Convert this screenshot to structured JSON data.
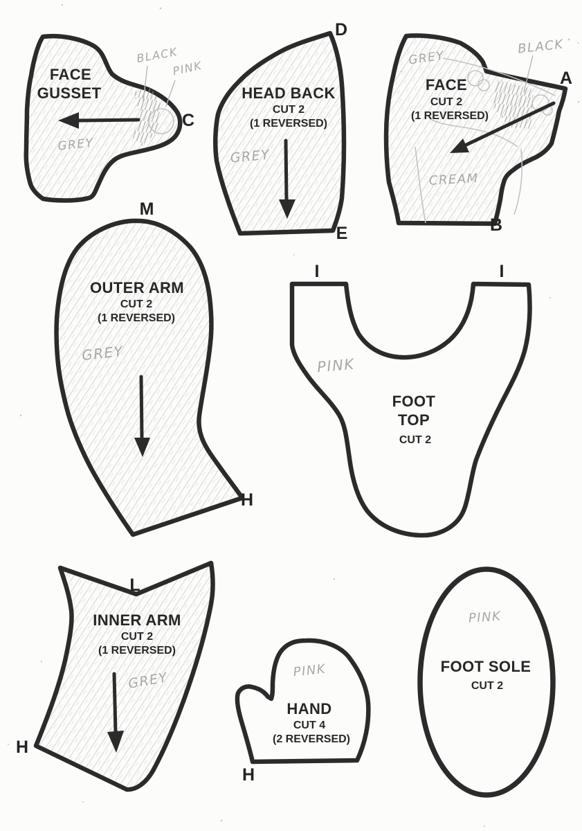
{
  "colors": {
    "ink": "#2b2b2b",
    "pencil_notes": "#a8a8a8",
    "paper": "#fcfcfb"
  },
  "pieces": {
    "face_gusset": {
      "name_line1": "FACE",
      "name_line2": "GUSSET",
      "notes": {
        "black": "BLACK",
        "pink": "PINK",
        "grey": "GREY"
      },
      "points": {
        "c": "C"
      }
    },
    "head_back": {
      "name": "HEAD BACK",
      "cut": "CUT 2",
      "reversed": "(1 REVERSED)",
      "notes": {
        "grey": "GREY"
      },
      "points": {
        "d": "D",
        "e": "E"
      }
    },
    "face": {
      "name": "FACE",
      "cut": "CUT 2",
      "reversed": "(1 REVERSED)",
      "notes": {
        "grey": "GREY",
        "black": "BLACK",
        "cream": "CREAM"
      },
      "points": {
        "a": "A",
        "b": "B"
      }
    },
    "outer_arm": {
      "name": "OUTER ARM",
      "cut": "CUT 2",
      "reversed": "(1 REVERSED)",
      "notes": {
        "grey": "GREY"
      },
      "points": {
        "m": "M",
        "h": "H"
      }
    },
    "foot_top": {
      "name_line1": "FOOT",
      "name_line2": "TOP",
      "cut": "CUT 2",
      "notes": {
        "pink": "PINK"
      },
      "points": {
        "i_left": "I",
        "i_right": "I"
      }
    },
    "inner_arm": {
      "name": "INNER ARM",
      "cut": "CUT 2",
      "reversed": "(1 REVERSED)",
      "notes": {
        "grey": "GREY"
      },
      "points": {
        "l": "L",
        "h": "H"
      }
    },
    "hand": {
      "name": "HAND",
      "cut": "CUT 4",
      "reversed": "(2 REVERSED)",
      "notes": {
        "pink": "PINK"
      },
      "points": {
        "h": "H"
      }
    },
    "foot_sole": {
      "name": "FOOT SOLE",
      "cut": "CUT 2",
      "notes": {
        "pink": "PINK"
      }
    }
  }
}
